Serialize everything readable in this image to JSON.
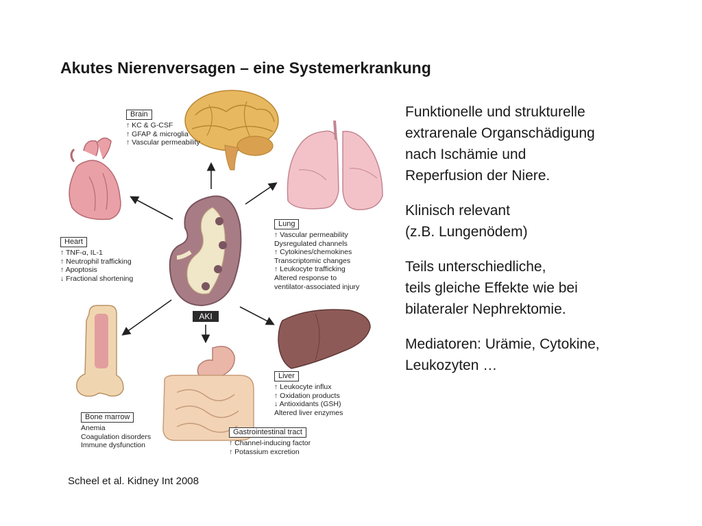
{
  "title": "Akutes Nierenversagen – eine Systemerkrankung",
  "figure": {
    "center_label": "AKI",
    "brain": {
      "title": "Brain",
      "lines": [
        "↑ KC & G-CSF",
        "↑ GFAP & microglia",
        "↑ Vascular permeability"
      ]
    },
    "heart": {
      "title": "Heart",
      "lines": [
        "↑ TNF-α, IL-1",
        "↑ Neutrophil trafficking",
        "↑ Apoptosis",
        "↓ Fractional shortening"
      ]
    },
    "lung": {
      "title": "Lung",
      "lines": [
        "↑ Vascular permeability",
        "  Dysregulated channels",
        "↑ Cytokines/chemokines",
        "  Transcriptomic changes",
        "↑ Leukocyte trafficking",
        "  Altered response to",
        "  ventilator-associated injury"
      ]
    },
    "liver": {
      "title": "Liver",
      "lines": [
        "↑ Leukocyte influx",
        "↑ Oxidation products",
        "↓ Antioxidants (GSH)",
        "  Altered liver enzymes"
      ]
    },
    "bone_marrow": {
      "title": "Bone marrow",
      "lines": [
        "Anemia",
        "Coagulation disorders",
        "Immune dysfunction"
      ]
    },
    "gi": {
      "title": "Gastrointestinal tract",
      "lines": [
        "↑ Channel-inducing factor",
        "↑ Potassium excretion"
      ]
    }
  },
  "text": {
    "p1": [
      "Funktionelle und strukturelle",
      "extrarenale Organschädigung",
      "nach Ischämie und",
      "Reperfusion der Niere."
    ],
    "p2": [
      "Klinisch relevant",
      "(z.B. Lungenödem)"
    ],
    "p3": [
      "Teils unterschiedliche,",
      "teils gleiche Effekte wie bei",
      "bilateraler Nephrektomie."
    ],
    "p4": [
      "Mediatoren: Urämie, Cytokine,",
      "Leukozyten …"
    ]
  },
  "citation": "Scheel et al. Kidney Int 2008",
  "colors": {
    "brain": "#e8b860",
    "heart": "#e9a0a6",
    "lung": "#f2c2c8",
    "liver": "#8e5a57",
    "kidney": "#a87c84",
    "gi": "#e9b6a8"
  }
}
